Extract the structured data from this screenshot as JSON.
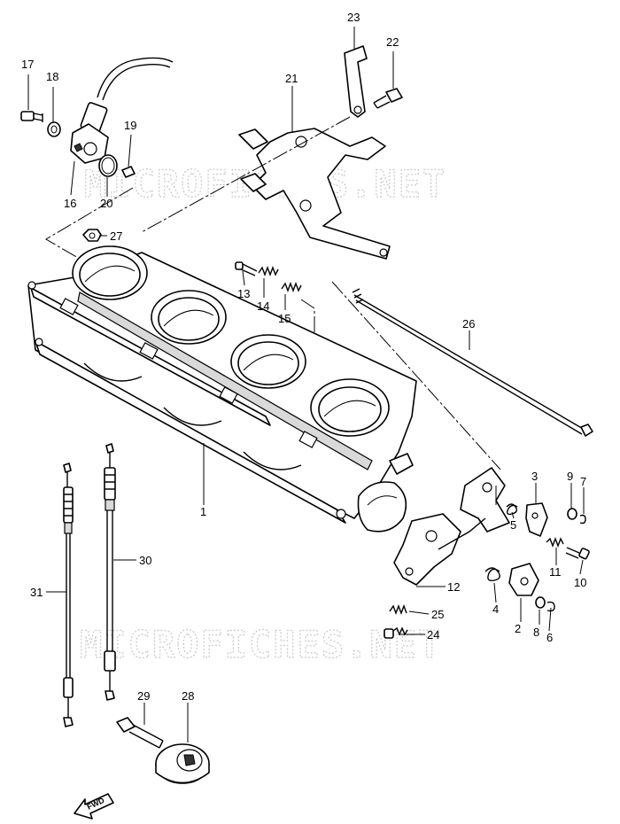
{
  "watermark": "MICROFICHES.NET",
  "fwd_label": "FWD",
  "callouts": {
    "c1": "1",
    "c2": "2",
    "c3": "3",
    "c4": "4",
    "c5": "5",
    "c6": "6",
    "c7": "7",
    "c8": "8",
    "c9": "9",
    "c10": "10",
    "c11": "11",
    "c12": "12",
    "c13": "13",
    "c14": "14",
    "c15": "15",
    "c16": "16",
    "c17": "17",
    "c18": "18",
    "c19": "19",
    "c20": "20",
    "c21": "21",
    "c22": "22",
    "c23": "23",
    "c24": "24",
    "c25": "25",
    "c26": "26",
    "c27": "27",
    "c28": "28",
    "c29": "29",
    "c30": "30",
    "c31": "31"
  },
  "colors": {
    "line": "#000000",
    "watermark": "#c8c8c8",
    "background": "#ffffff"
  }
}
